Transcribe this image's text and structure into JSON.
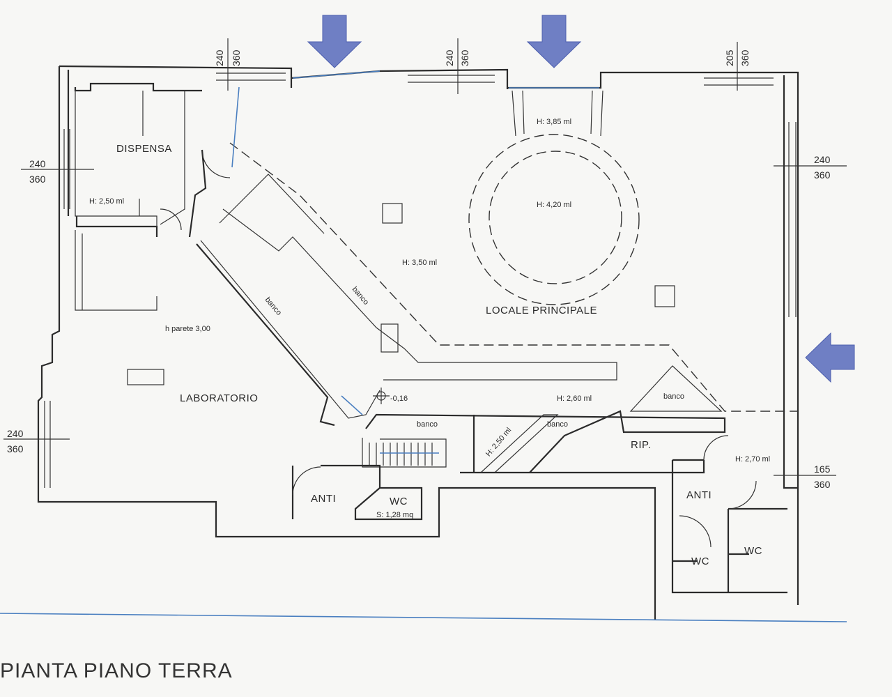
{
  "title": "PIANTA PIANO TERRA",
  "rooms": {
    "dispensa": "DISPENSA",
    "laboratorio": "LABORATORIO",
    "locale_principale": "LOCALE PRINCIPALE",
    "rip": "RIP.",
    "anti_left": "ANTI",
    "anti_right": "ANTI",
    "wc_left": "WC",
    "wc_right_a": "WC",
    "wc_right_b": "WC"
  },
  "heights": {
    "dispensa": "H: 2,50 ml",
    "cupola_outer": "H: 3,85 ml",
    "cupola_inner": "H: 4,20 ml",
    "main": "H: 3,50 ml",
    "parete": "h parete 3,00",
    "corridor": "H: 2,60 ml",
    "stair_side": "H: 2,50 ml",
    "right_bath": "H: 2,70 ml",
    "level": "-0,16",
    "wc_area": "S: 1,28 mq"
  },
  "counters": {
    "banco_1": "banco",
    "banco_2": "banco",
    "banco_3": "banco",
    "banco_4": "banco",
    "banco_5": "banco"
  },
  "dimensions": {
    "top_1_a": "240",
    "top_1_b": "360",
    "top_2_a": "240",
    "top_2_b": "360",
    "top_3_a": "205",
    "top_3_b": "360",
    "left_1_a": "240",
    "left_1_b": "360",
    "left_2_a": "240",
    "left_2_b": "360",
    "right_1_a": "240",
    "right_1_b": "360",
    "right_2_a": "165",
    "right_2_b": "360"
  },
  "entrance_arrows": [
    "arrow-down-icon",
    "arrow-down-icon",
    "arrow-left-icon"
  ],
  "colors": {
    "arrow": "#6f7fc4",
    "annotation": "#4a7fc0"
  }
}
